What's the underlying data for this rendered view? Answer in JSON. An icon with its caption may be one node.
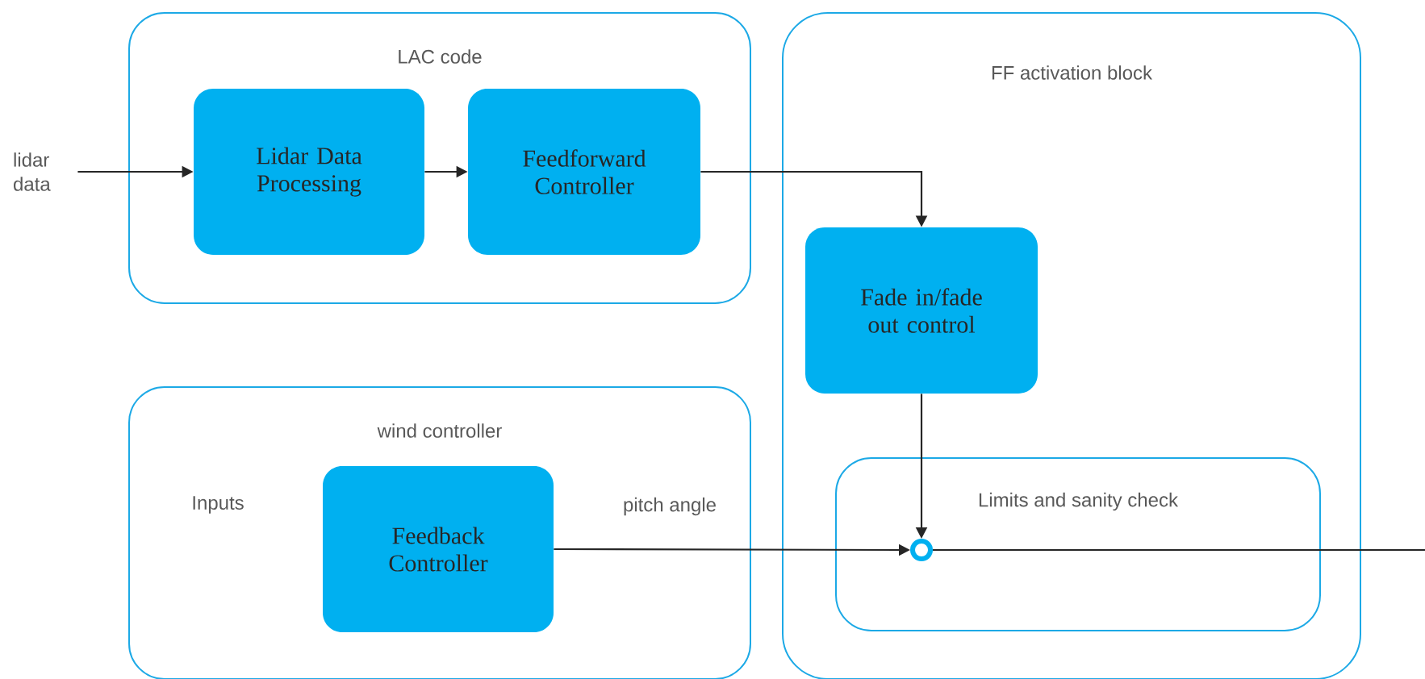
{
  "diagram": {
    "nodes": [
      {
        "text": [
          "LAC code"
        ]
      },
      {
        "text": [
          "lidar data"
        ]
      },
      {
        "text": [
          "Lidar Data Processing"
        ],
        "in": 0
      },
      {
        "text": [
          "Feedforward Controller"
        ],
        "in": 0
      },
      {
        "text": [
          "FF activation block"
        ]
      },
      {
        "text": [
          "Fade in/fade out control"
        ],
        "in": 4
      },
      {
        "text": [
          "Limits and sanity check"
        ],
        "in": 4
      },
      {
        "text": [],
        "shape": "circle",
        "in": 6
      },
      {
        "text": [
          "wind controller",
          "Inputs"
        ]
      },
      {
        "text": [
          "Feedback Controller"
        ],
        "in": 8
      }
    ],
    "edges": [
      {
        "from": 1,
        "to": 2,
        "arrow": "to"
      },
      {
        "from": 2,
        "to": 3,
        "arrow": "to"
      },
      {
        "from": 3,
        "to": 5,
        "arrow": "to"
      },
      {
        "from": 5,
        "to": 7,
        "arrow": "to"
      },
      {
        "from": 9,
        "to": 7,
        "arrow": "to",
        "label": "pitch angle"
      },
      {
        "from": 7,
        "to": null,
        "arrow": "none"
      }
    ]
  }
}
